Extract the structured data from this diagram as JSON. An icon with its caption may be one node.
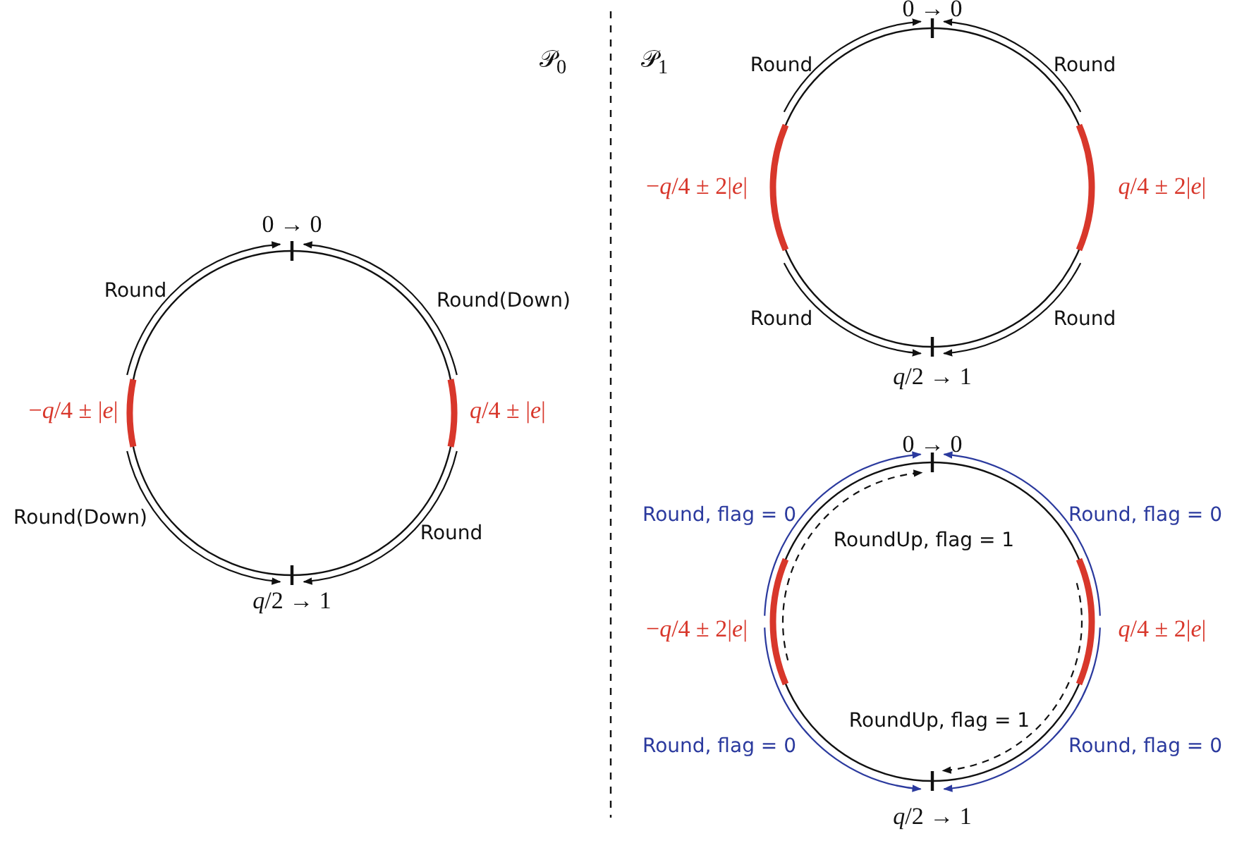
{
  "diagram": {
    "labels": [
      "𝒫$_{0}$",
      "0 → 0",
      "Round",
      "Round(Down)",
      "−*q*/4 ± |*e*|",
      "*q*/4 ± |*e*|",
      "Round(Down)",
      "Round",
      "*q*/2 → 1",
      "𝒫$_{1}$",
      "0 → 0",
      "Round",
      "Round",
      "−*q*/4 ± 2|*e*|",
      "*q*/4 ± 2|*e*|",
      "Round",
      "Round",
      "*q*/2 → 1",
      "0 → 0",
      "Round, flag = 0",
      "Round, flag = 0",
      "RoundUp, flag = 1",
      "−*q*/4 ± 2|*e*|",
      "*q*/4 ± 2|*e*|",
      "RoundUp, flag = 1",
      "Round, flag = 0",
      "Round, flag = 0",
      "*q*/2 → 1"
    ]
  }
}
